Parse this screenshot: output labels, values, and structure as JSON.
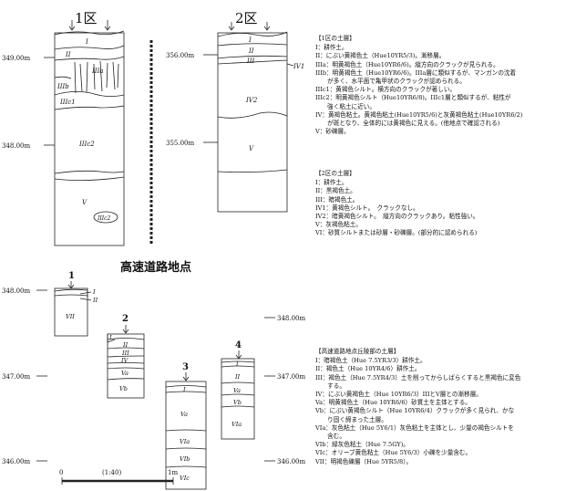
{
  "area1": {
    "title": "1区",
    "elev": [
      "349.00m",
      "348.00m"
    ],
    "layers": [
      "I",
      "II",
      "IIIa",
      "IIIb",
      "IIIc1",
      "IIIc2",
      "V",
      "IIIc2"
    ]
  },
  "area2": {
    "title": "2区",
    "elev": [
      "356.00m",
      "355.00m"
    ],
    "layers": [
      "I",
      "II",
      "III",
      "IV1",
      "IV2",
      "V"
    ]
  },
  "highway": {
    "title": "高速道路地点",
    "elev_left": [
      "348.00m",
      "347.00m",
      "346.00m"
    ],
    "elev_right": [
      "348.00m",
      "347.00m",
      "346.00m"
    ],
    "columns": [
      {
        "num": "1",
        "layers": [
          "I",
          "II",
          "VII"
        ]
      },
      {
        "num": "2",
        "layers": [
          "I",
          "II",
          "III",
          "IV",
          "Va",
          "Vb"
        ]
      },
      {
        "num": "3",
        "layers": [
          "I",
          "Va",
          "VIa",
          "VIb",
          "VIc"
        ]
      },
      {
        "num": "4",
        "layers": [
          "I",
          "II",
          "Va",
          "Vb",
          "VIa"
        ]
      }
    ],
    "scale": {
      "zero": "0",
      "ratio": "(1:40)",
      "max": "1m"
    }
  },
  "legend1": {
    "heading": "【1区の土層】",
    "lines": [
      "I：耕作土。",
      "II：にぶい黄褐色土（Hue10YR5/3)。漸移層。",
      "IIIa：明黄褐色土（Hue10YR6/6)。縦方向のクラックが見られる。",
      "IIIb：明黄褐色土（Hue10YR6/6)。IIIa層に類似するが、マンガンの沈着",
      "　　が多く、水平面で亀甲状のクラックが認められる。",
      "IIIc1：黄褐色シルト。横方向のクラックが著しい。",
      "IIIc2：明黄褐色シルト（Hue10YR6/8)。IIIc1層と類似するが、粘性が",
      "　　強く粘土に近い。",
      "IV：黄褐色粘土。黄褐色粘土(Hue10YR5/6)と灰黄褐色粘土(Hue10YR6/2)",
      "　　が斑となり、全体的には黄褐色に見える。(他地点で確認される)",
      "V：砂礫層。"
    ]
  },
  "legend2": {
    "heading": "【2区の土層】",
    "lines": [
      "I：耕作土。",
      "II：黒褐色土。",
      "III：暗褐色土。",
      "IV1：黄褐色シルト。　クラックなし。",
      "IV2：暗黄褐色シルト。　縦方向のクラックあり。粘性強い。",
      "V：灰褐色粘土。",
      "VI：砂質シルトまたは砂層・砂礫層。(部分的に認められる)"
    ]
  },
  "legend3": {
    "heading": "【高速道路地点丘陵部の土層】",
    "lines": [
      "I：暗褐色土（Hue 7.5YR3/3）耕作土。",
      "II：褐色土（Hue 10YR4/6）耕作土。",
      "III：褐色土（Hue 7.5YR4/3）土を削ってからしばらくすると黒褐色に変色",
      "　　する。",
      "IV：にぶい黄褐色土（Hue 10YR6/3）IIIとV層との漸移層。",
      "Va：明黄褐色土（Hue 10YR6/6）砂質土を主体とする。",
      "Vb：にぶい黄褐色シルト（Hue 10YR6/4）クラックが多く見られ、かな",
      "　　り固く締まった土層。",
      "VIa：灰色粘土（Hue 5Y6/1）灰色粘土を主体とし、少量の褐色シルトを",
      "　　含む。",
      "VIb：緑灰色粘土（Hue 7.5GY)。",
      "VIc：オリーブ黄色粘土（Hue 5Y6/3）小礫を少量含む。",
      "VII：明褐色礫層（Hue 5YR5/8）。"
    ]
  }
}
